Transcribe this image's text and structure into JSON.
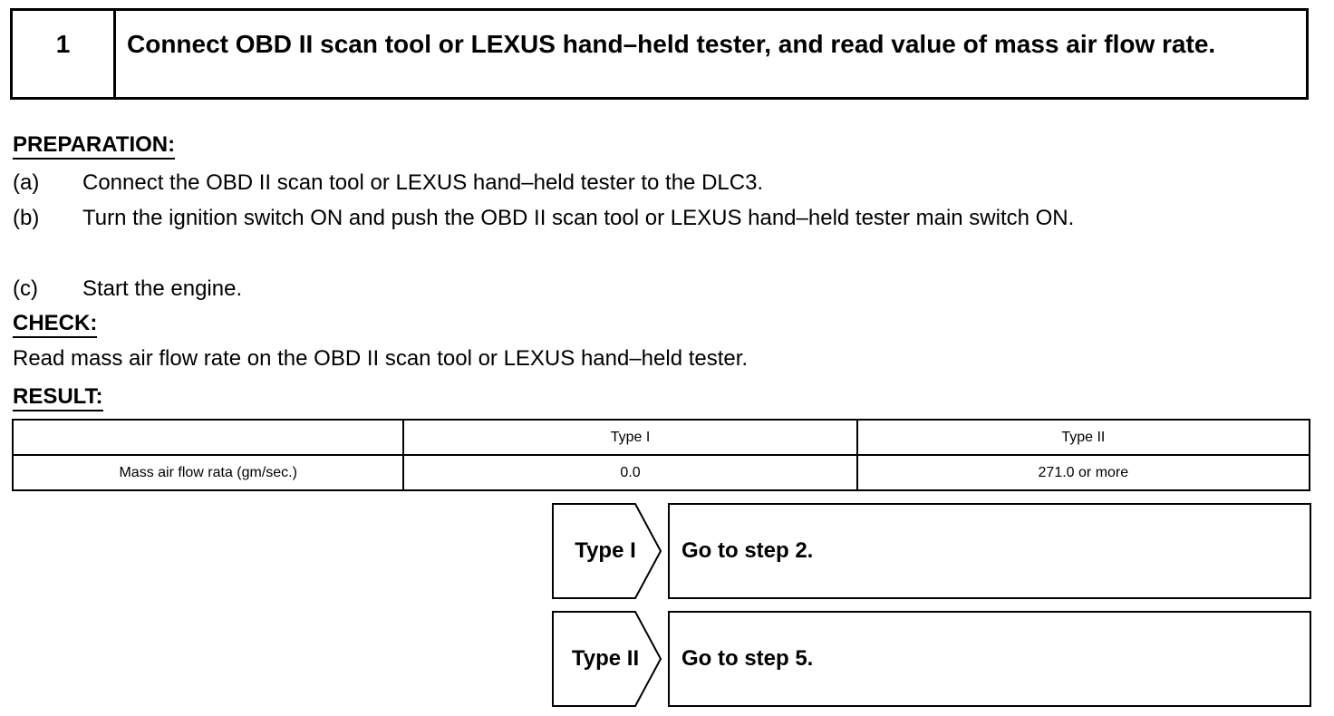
{
  "step": {
    "number": "1",
    "title": "Connect OBD II scan tool or LEXUS hand–held tester, and read value of mass air flow rate."
  },
  "preparation": {
    "heading": "PREPARATION:",
    "items": [
      {
        "letter": "(a)",
        "text": "Connect the OBD II scan tool or LEXUS hand–held tester to the DLC3."
      },
      {
        "letter": "(b)",
        "text": "Turn the ignition switch ON and push the OBD II scan tool or LEXUS hand–held tester main switch ON."
      },
      {
        "letter": "(c)",
        "text": "Start the engine."
      }
    ]
  },
  "check": {
    "heading": "CHECK:",
    "text": "Read mass air flow rate on the OBD II scan tool or LEXUS hand–held tester."
  },
  "result": {
    "heading": "RESULT:",
    "columns": [
      "",
      "Type I",
      "Type II"
    ],
    "rows": [
      [
        "Mass air flow rata (gm/sec.)",
        "0.0",
        "271.0 or more"
      ]
    ]
  },
  "branches": [
    {
      "label": "Type I",
      "action": "Go to step 2."
    },
    {
      "label": "Type II",
      "action": "Go to step 5."
    }
  ]
}
